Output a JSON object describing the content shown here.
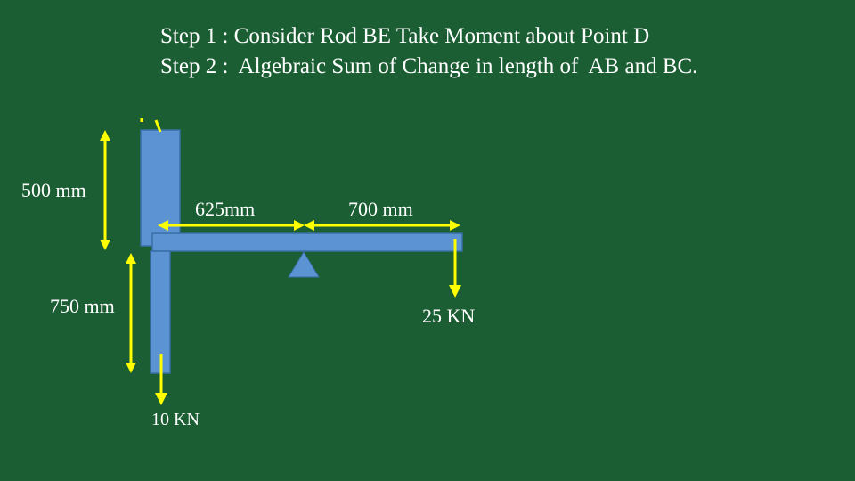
{
  "colors": {
    "background": "#1b5e33",
    "text": "#ffffff",
    "member_fill": "#5b93d3",
    "member_stroke": "#3a6ea8",
    "arrow": "#ffff00",
    "support": "#5b93d3"
  },
  "steps": {
    "step1": "Step 1 : Consider Rod BE Take Moment about Point D",
    "step2": "Step 2 :  Algebraic Sum of Change in length of  AB and BC."
  },
  "dimensions": {
    "upper_rod": "500 mm",
    "lower_rod": "750 mm",
    "left_span": "625mm",
    "right_span": "700 mm"
  },
  "loads": {
    "right_load": "25 KN",
    "bottom_load": "10 KN"
  }
}
